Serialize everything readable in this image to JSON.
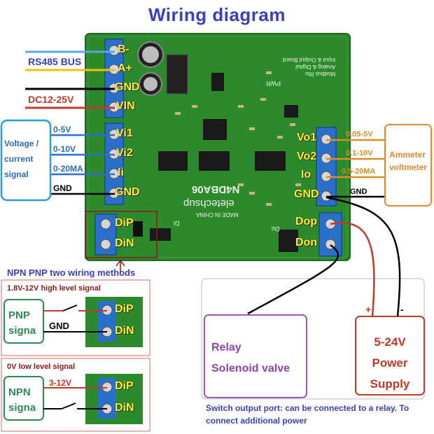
{
  "title": "Wiring diagram",
  "left_labels": {
    "rs485": "RS485 BUS",
    "dc": "DC12-25V",
    "signal_box": [
      "Voltage /",
      "current",
      "signal"
    ],
    "v05": "0-5V",
    "v010": "0-10V",
    "ma020": "0-20MA",
    "gnd": "GND"
  },
  "terminals_left": [
    "B-",
    "A+",
    "GND",
    "VIN",
    "Vi1",
    "Vi2",
    "Ii",
    "GND"
  ],
  "terminals_left_bottom": [
    "DiP",
    "DiN"
  ],
  "terminals_right": [
    "Vo1",
    "Vo2",
    "Io",
    "GND"
  ],
  "terminals_right_bottom": [
    "Dop",
    "Don"
  ],
  "right_labels": {
    "v05": "0.05-5V",
    "v010": "0.1-10V",
    "ma": "0.5-20MA",
    "gnd": "GND",
    "meter_box": [
      "Ammeter",
      "voltmeter"
    ]
  },
  "board": {
    "model": "N4DBA06",
    "brand": "eletechsup",
    "made": "MADE IN CHINA",
    "pwr": "PWR",
    "desc": [
      "Modbus Rtu",
      "Analog & Digital",
      "Input & Output Board"
    ],
    "di": "Di",
    "do": "Do"
  },
  "npn_pnp": {
    "heading": "NPN PNP two wiring methods",
    "high_signal": "1.8V-12V high level signal",
    "pnp": [
      "PNP",
      "signa"
    ],
    "pnp_gnd": "GND",
    "low_signal": "0V low level signal",
    "npn": [
      "NPN",
      "signa"
    ],
    "npn_v": "3-12V",
    "terminals": [
      "DiP",
      "DiN"
    ]
  },
  "relay": [
    "Relay",
    "Solenoid valve"
  ],
  "supply": [
    "5-24V",
    "Power",
    "Supply"
  ],
  "supply_plus": "+",
  "supply_minus": "-",
  "note": "Switch output port: can be connected to a relay. To connect additional power",
  "colors": {
    "title": "#3a3fbf",
    "board": "#2c8a2c",
    "terminal": "#2a6fc9",
    "label_text": "#ffee33",
    "signal_box": "#2aa0d8",
    "meter_box": "#e08a2e",
    "relay_box": "#9b59b6",
    "supply_box": "#c0392b"
  }
}
